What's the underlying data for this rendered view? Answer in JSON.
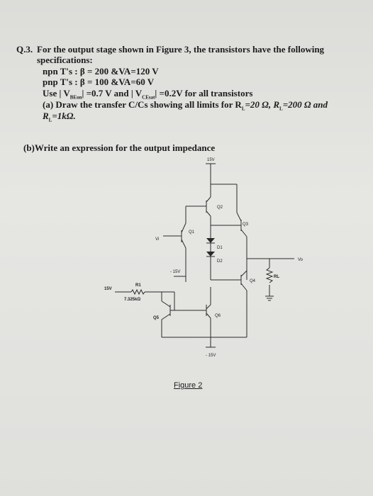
{
  "question": {
    "number": "Q.3.",
    "intro_line1": "For the output stage shown in Figure 3, the transistors have the following",
    "intro_line2": "specifications:",
    "npn": "npn T's : β = 200 &VA=120 V",
    "pnp": "pnp T's : β = 100 &VA=60 V",
    "use": "Use | V",
    "vbe_sub": "BEon",
    "use_mid": "| =0.7 V and | V",
    "vce_sub": "CEsat",
    "use_end": "| =0.2V for all transistors",
    "part_a_line1": "(a) Draw the transfer C/Cs showing all limits for R",
    "part_a_sub": "L",
    "part_a_vals": "=20 Ω, R",
    "part_a_vals2": "=200 Ω and",
    "part_a_line2": "R",
    "part_a_line2_end": "=1kΩ.",
    "part_b": "(b)Write an expression for the output impedance"
  },
  "circuit": {
    "vcc_label": "15V",
    "vee_label": "- 15V",
    "vee_bottom_label": "- 15V",
    "left_supply": "15V",
    "r1_label": "R1",
    "r1_value": "7.325kΩ",
    "vi_label": "Vi",
    "vo_label": "Vo",
    "rl_label": "RL",
    "q1": "Q1",
    "q2": "Q2",
    "q3": "Q3",
    "q4": "Q4",
    "q5": "Q5",
    "q6": "Q6",
    "d1": "D1",
    "d2": "D2"
  },
  "figure_caption": "Figure 2"
}
